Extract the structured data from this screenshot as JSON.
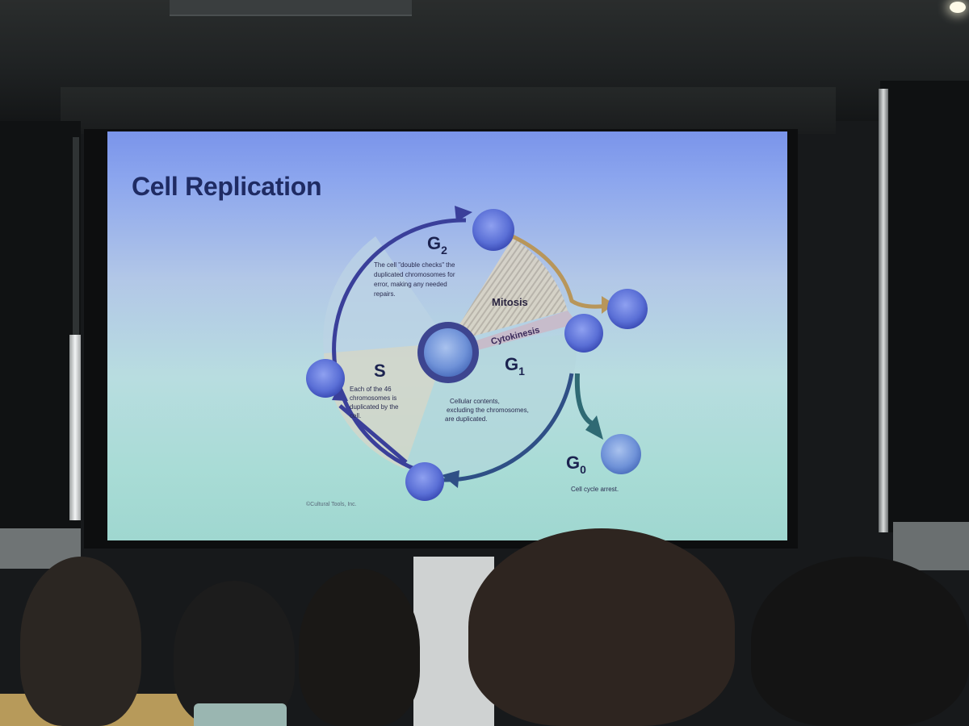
{
  "slide": {
    "title": "Cell Replication",
    "phases": {
      "g2": {
        "letter": "G",
        "subscript": "2",
        "description": [
          "The cell \"double checks\" the",
          "duplicated chromosomes for",
          "error, making any needed",
          "repairs."
        ]
      },
      "s": {
        "letter": "S",
        "description": [
          "Each of the 46",
          "chromosomes is",
          "duplicated by the",
          "cell."
        ]
      },
      "g1": {
        "letter": "G",
        "subscript": "1",
        "description": [
          "Cellular contents,",
          "excluding the chromosomes,",
          "are duplicated."
        ]
      },
      "g0": {
        "letter": "G",
        "subscript": "0",
        "description": "Cell cycle arrest."
      },
      "mitosis": "Mitosis",
      "cytokinesis": "Cytokinesis"
    },
    "copyright": "©Cultural Tools, Inc.",
    "colors": {
      "title": "#1f2b63",
      "cycle_arrow": "#3a3f9a",
      "mitosis_arrow": "#b8965a",
      "g0_arrow": "#2f6a74",
      "cell": "#5a6fd6"
    }
  }
}
